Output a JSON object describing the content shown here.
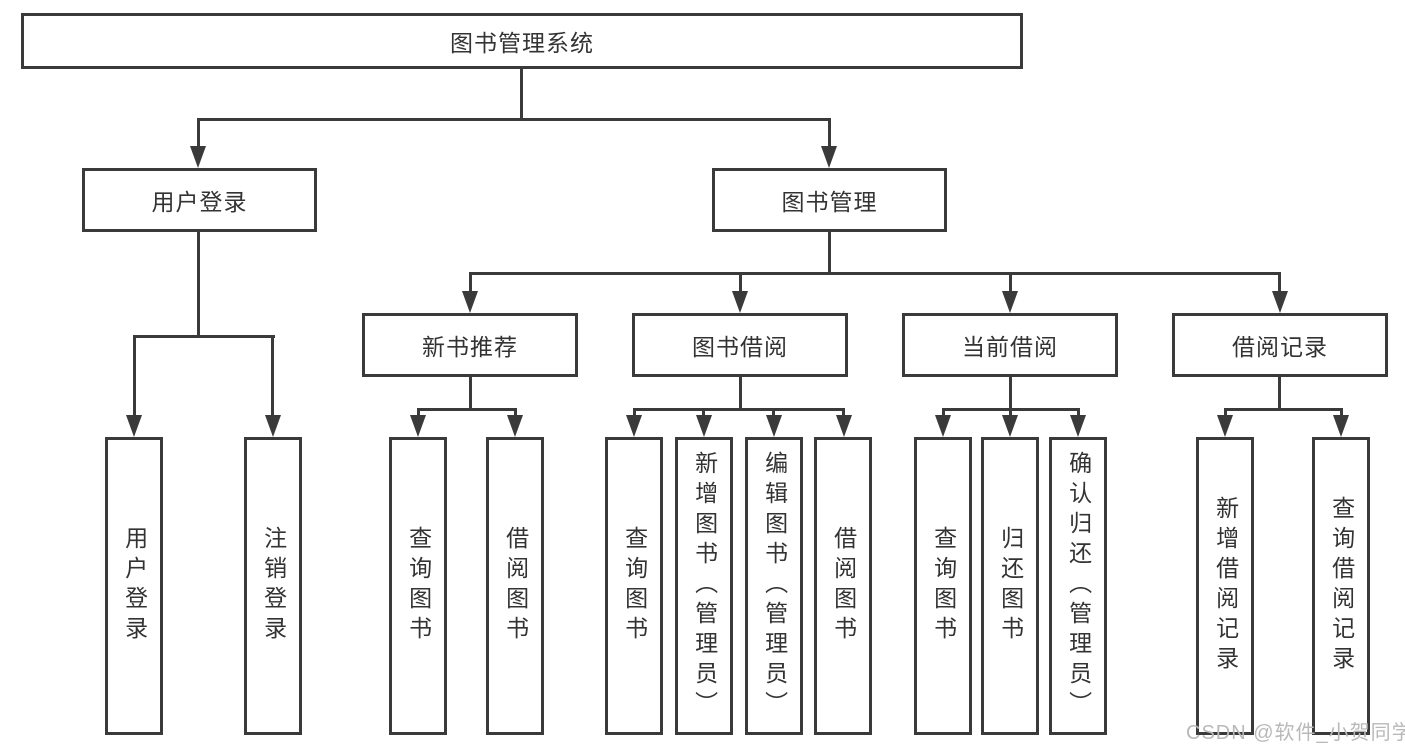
{
  "tree": {
    "root": {
      "label": "图书管理系统"
    },
    "user_login": {
      "label": "用户登录",
      "children": [
        {
          "label": "用户登录"
        },
        {
          "label": "注销登录"
        }
      ]
    },
    "book_mgmt": {
      "label": "图书管理",
      "sections": [
        {
          "label": "新书推荐",
          "children": [
            {
              "label": "查询图书"
            },
            {
              "label": "借阅图书"
            }
          ]
        },
        {
          "label": "图书借阅",
          "children": [
            {
              "label": "查询图书"
            },
            {
              "label": "新增图书（管理员）"
            },
            {
              "label": "编辑图书（管理员）"
            },
            {
              "label": "借阅图书"
            }
          ]
        },
        {
          "label": "当前借阅",
          "children": [
            {
              "label": "查询图书"
            },
            {
              "label": "归还图书"
            },
            {
              "label": "确认归还（管理员）"
            }
          ]
        },
        {
          "label": "借阅记录",
          "children": [
            {
              "label": "新增借阅记录"
            },
            {
              "label": "查询借阅记录"
            }
          ]
        }
      ]
    }
  },
  "watermark": {
    "text": "CSDN @软件_小贺同学"
  },
  "colors": {
    "line": "#3a3a3a",
    "text": "#333333",
    "watermark": "#b9b9b9",
    "background": "#ffffff"
  }
}
